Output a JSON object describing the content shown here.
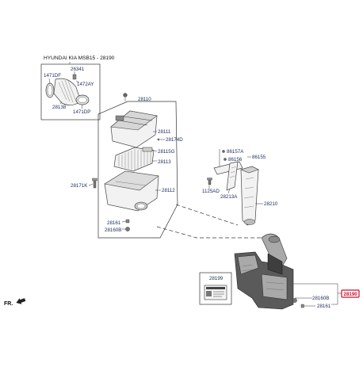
{
  "header": {
    "title": "HYUNDAI KIA MSB15 - 28190"
  },
  "callouts": {
    "p1471df": "1471DF",
    "p26341": "26341",
    "p1472ay": "1472AY",
    "p28138": "28138",
    "p1471dp": "1471DP",
    "p28110": "28110",
    "p28111": "28111",
    "p28174d": "28174D",
    "p28115g": "28115G",
    "p28113": "28113",
    "p28171k": "28171K",
    "p28112": "28112",
    "p28161": "28161",
    "p28160b_left": "28160B",
    "p86157a": "86157A",
    "p86156": "86156",
    "p86155": "86155",
    "p1125ad": "1125AD",
    "p28213a": "28213A",
    "p28210": "28210",
    "p28199": "28199",
    "p28160b_right": "28160B",
    "p28161_right": "28161",
    "p28190": "28190",
    "front": "FR."
  },
  "colors": {
    "callout_text": "#1b2a5a",
    "highlight": "#c8102e"
  },
  "icons": [
    "front-direction-arrow-icon"
  ]
}
